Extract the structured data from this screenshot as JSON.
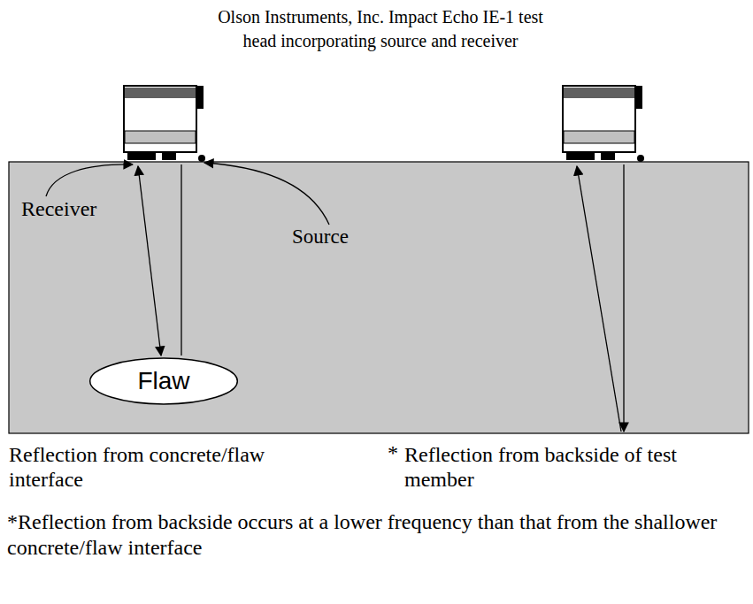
{
  "diagram": {
    "title": "Olson Instruments, Inc. Impact Echo IE-1 test head incorporating source and receiver",
    "nodes": [
      {
        "text": [
          "Flaw"
        ]
      }
    ],
    "labels": [
      "Receiver",
      "Source",
      "Reflection from concrete/flaw interface",
      "*",
      "Reflection from backside of test member",
      "*Reflection from backside occurs at a lower frequency than that from the shallower concrete/flaw interface"
    ]
  }
}
